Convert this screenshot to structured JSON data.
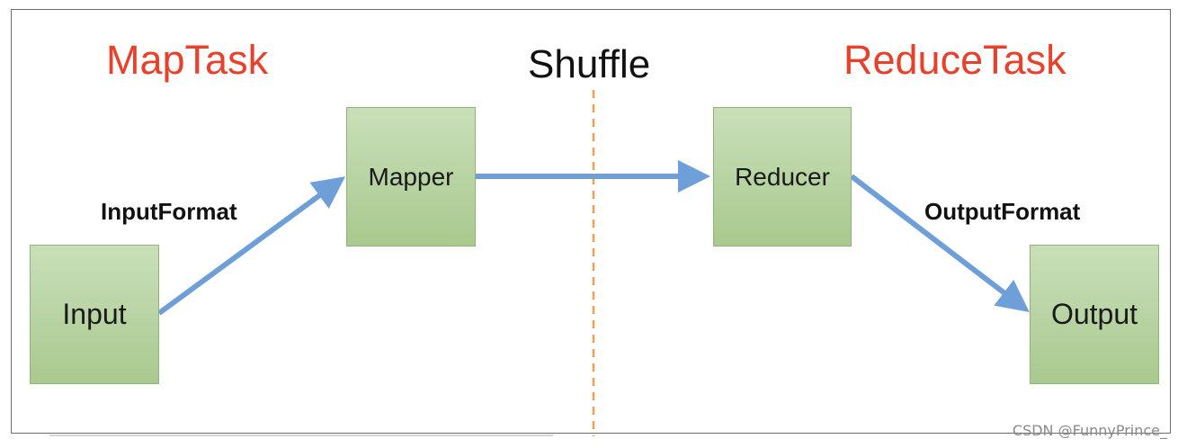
{
  "titles": {
    "map_task": "MapTask",
    "shuffle": "Shuffle",
    "reduce_task": "ReduceTask"
  },
  "boxes": {
    "input": "Input",
    "mapper": "Mapper",
    "reducer": "Reducer",
    "output": "Output"
  },
  "labels": {
    "input_format": "InputFormat",
    "output_format": "OutputFormat"
  },
  "colors": {
    "task_title": "#e8412b",
    "box_fill": "#b8d5a2",
    "box_border": "#8fb27a",
    "arrow": "#6f9fd8",
    "shuffle_divider": "#f0a050"
  },
  "watermark": "CSDN @FunnyPrince_"
}
